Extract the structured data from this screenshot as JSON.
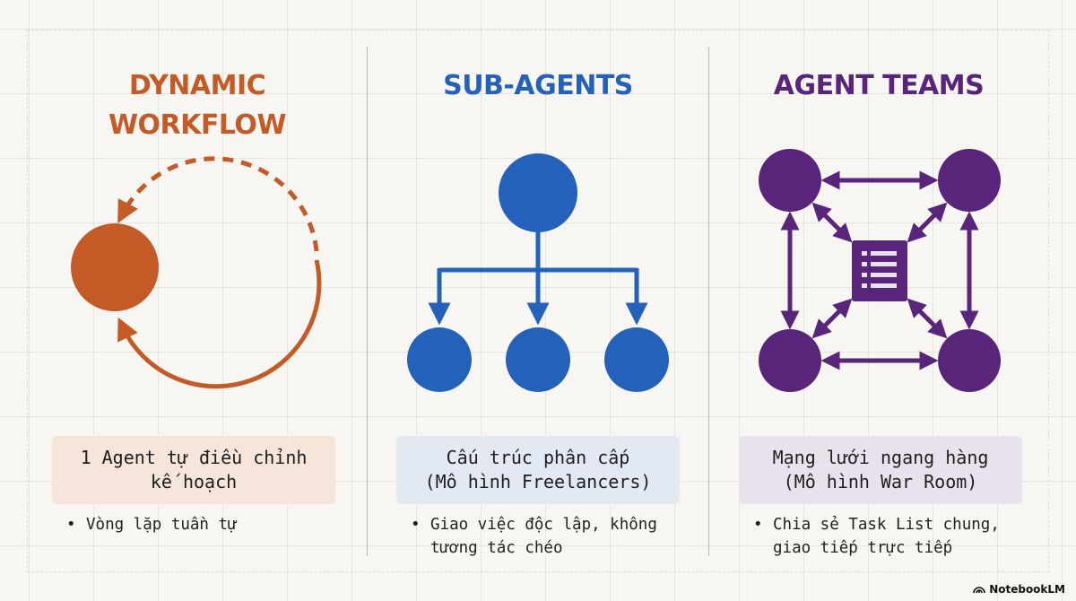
{
  "columns": [
    {
      "title": "DYNAMIC WORKFLOW",
      "color": "#c45a26",
      "box_bg": "#f6e5da",
      "box_text": "1 Agent tự điều chỉnh\nkế hoạch",
      "bullet": "Vòng lặp tuần tự"
    },
    {
      "title": "SUB-AGENTS",
      "color": "#2461bb",
      "box_bg": "#e2e9f3",
      "box_text": "Cấu trúc phân cấp\n(Mô hình Freelancers)",
      "bullet": "Giao việc độc lập, không\ntương tác chéo"
    },
    {
      "title": "AGENT TEAMS",
      "color": "#58257a",
      "box_bg": "#e8e2ed",
      "box_text": "Mạng lưới ngang hàng\n(Mô hình War Room)",
      "bullet": "Chia sẻ Task List chung,\ngiao tiếp trực tiếp"
    }
  ],
  "icons": {
    "loop": "circular-loop-icon",
    "tree": "hierarchy-tree-icon",
    "mesh": "peer-network-icon",
    "task_list": "task-list-icon",
    "brand": "notebooklm-logo-icon"
  },
  "bullet_char": "•",
  "brand": "NotebookLM"
}
